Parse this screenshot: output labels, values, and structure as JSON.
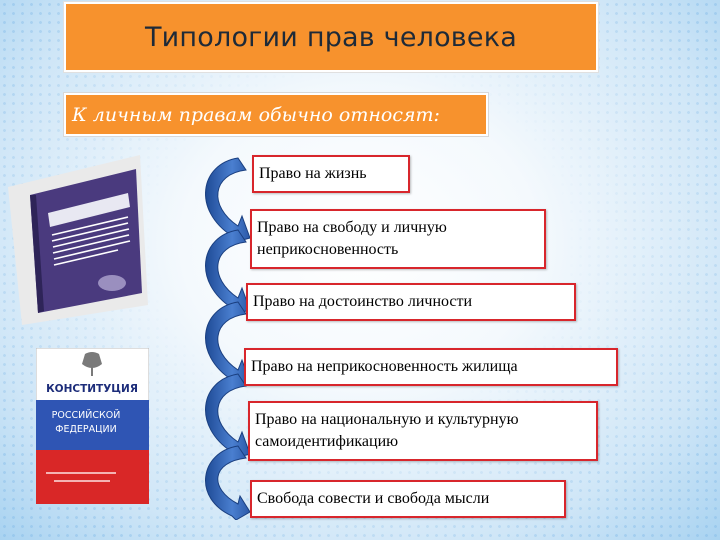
{
  "title": "Типологии прав человека",
  "subtitle": "К личным правам обычно относят:",
  "rights": [
    "Право на жизнь",
    "Право на свободу и личную неприкосновенность",
    "Право на достоинство личности",
    "Право на неприкосновенность жилища",
    "Право на национальную и культурную самоидентификацию",
    "Свобода совести и свобода мысли"
  ],
  "book_cover": {
    "title": "КОНСТИТУЦИЯ",
    "line1": "РОССИЙСКОЙ",
    "line2": "ФЕДЕРАЦИИ"
  },
  "colors": {
    "orange": "#f7922d",
    "box_border": "#d8262c",
    "arrow": "#2b59a8"
  }
}
